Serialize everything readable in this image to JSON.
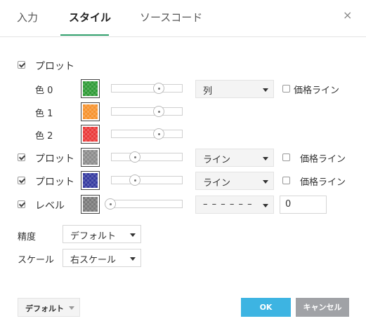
{
  "tabs": {
    "inputs": "入力",
    "style": "スタイル",
    "source": "ソースコード",
    "close": "×"
  },
  "rows": {
    "plot1": {
      "label": "プロット",
      "checked": true
    },
    "colors": [
      {
        "label": "色 0",
        "color": "#2e9b36",
        "opacity": 0.7,
        "select": "列",
        "price_line_label": "価格ライン",
        "price_line_checked": false
      },
      {
        "label": "色 1",
        "color": "#f7932e",
        "opacity": 0.7
      },
      {
        "label": "色 2",
        "color": "#ea3a3a",
        "opacity": 0.7
      }
    ],
    "plot2": {
      "label": "プロット",
      "checked": true,
      "color": "#8c8c8c",
      "opacity": 0.35,
      "select": "ライン",
      "price_line_label": "価格ライン",
      "price_line_checked": false
    },
    "plot3": {
      "label": "プロット",
      "checked": true,
      "color": "#353aa0",
      "opacity": 0.35,
      "select": "ライン",
      "price_line_label": "価格ライン",
      "price_line_checked": false
    },
    "level": {
      "label": "レベル",
      "checked": true,
      "color": "#7a7a7a",
      "opacity": 0.0,
      "line_style": "– – – – – –",
      "value": "0"
    }
  },
  "precision": {
    "label": "精度",
    "value": "デフォルト"
  },
  "scale": {
    "label": "スケール",
    "value": "右スケール"
  },
  "footer": {
    "defaults": "デフォルト",
    "ok": "OK",
    "cancel": "キャンセル"
  },
  "colors": {
    "accent_tab": "#2e9e6a",
    "ok_button": "#3db4e2",
    "cancel_button": "#a0a2a6"
  }
}
